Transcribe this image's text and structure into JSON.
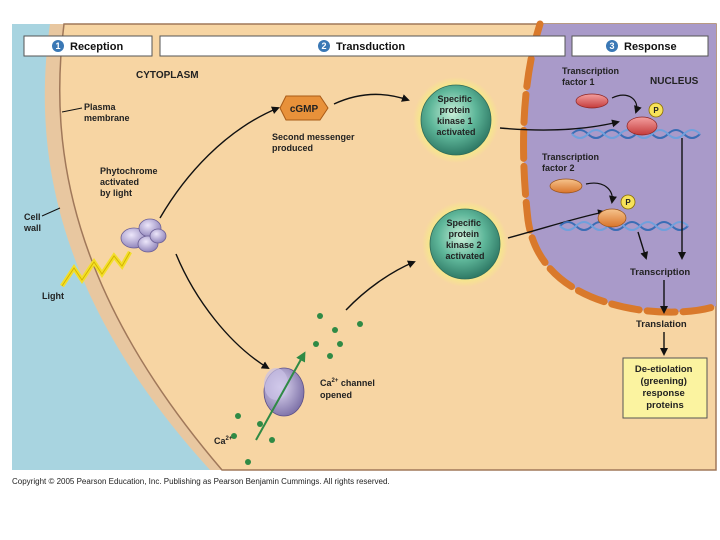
{
  "stages": [
    {
      "num": "1",
      "label": "Reception"
    },
    {
      "num": "2",
      "label": "Transduction"
    },
    {
      "num": "3",
      "label": "Response"
    }
  ],
  "labels": {
    "cytoplasm": "CYTOPLASM",
    "nucleus": "NUCLEUS",
    "plasma_membrane": [
      "Plasma",
      "membrane"
    ],
    "cell_wall": [
      "Cell",
      "wall"
    ],
    "phytochrome": [
      "Phytochrome",
      "activated",
      "by light"
    ],
    "light": "Light",
    "cgmp": "cGMP",
    "second_messenger": [
      "Second messenger",
      "produced"
    ],
    "kinase1": [
      "Specific",
      "protein",
      "kinase 1",
      "activated"
    ],
    "kinase2": [
      "Specific",
      "protein",
      "kinase 2",
      "activated"
    ],
    "tf1": [
      "Transcription",
      "factor 1"
    ],
    "tf2": [
      "Transcription",
      "factor 2"
    ],
    "phosphate": "P",
    "ca_channel": [
      "Ca",
      "2+",
      " channel",
      "opened"
    ],
    "ca_ion": [
      "Ca",
      "2+"
    ],
    "transcription": "Transcription",
    "translation": "Translation",
    "response_proteins": [
      "De-etiolation",
      "(greening)",
      "response",
      "proteins"
    ]
  },
  "colors": {
    "cytoplasm": "#f7d5a3",
    "nucleus": "#a99ac9",
    "cell_wall": "#a8d4e0",
    "kinase_glow": "#f3f07a",
    "kinase_core": "#5fb79a",
    "cgmp": "#e8913a",
    "response_box": "#fbf3a0",
    "ion": "#2f8a45"
  },
  "copyright": "Copyright © 2005 Pearson Education, Inc. Publishing as Pearson Benjamin Cummings. All rights reserved."
}
